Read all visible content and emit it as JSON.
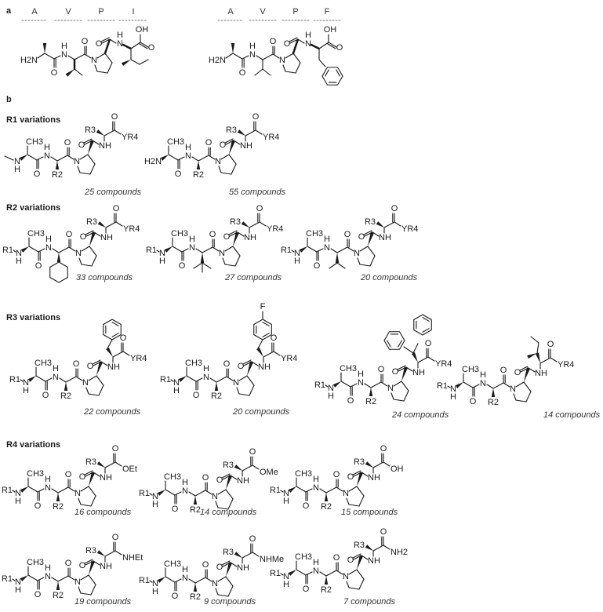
{
  "panel_a": {
    "label": "a",
    "left": {
      "residues": [
        "A",
        "V",
        "P",
        "I"
      ],
      "n_terminus": "H2N",
      "acid": "OH"
    },
    "right": {
      "residues": [
        "A",
        "V",
        "P",
        "F"
      ],
      "n_terminus": "H2N",
      "acid": "OH"
    }
  },
  "panel_b": {
    "label": "b",
    "sections": [
      {
        "title": "R1 variations",
        "molecules": [
          {
            "n_terminus": "",
            "terminal": "YR4",
            "count": "25 compounds"
          },
          {
            "n_terminus": "H2N",
            "terminal": "YR4",
            "count": "55 compounds"
          }
        ]
      },
      {
        "title": "R2 variations",
        "molecules": [
          {
            "n_terminus": "R1",
            "terminal": "YR4",
            "count": "33 compounds"
          },
          {
            "n_terminus": "R1",
            "terminal": "YR4",
            "count": "27 compounds"
          },
          {
            "n_terminus": "R1",
            "terminal": "YR4",
            "count": "20 compounds"
          }
        ]
      },
      {
        "title": "R3 variations",
        "molecules": [
          {
            "n_terminus": "R1",
            "terminal": "YR4",
            "count": "22 compounds"
          },
          {
            "n_terminus": "R1",
            "terminal": "YR4",
            "count": "20 compounds",
            "substituent": "F"
          },
          {
            "n_terminus": "R1",
            "terminal": "YR4",
            "count": "24 compounds"
          },
          {
            "n_terminus": "R1",
            "terminal": "YR4",
            "count": "14 compounds"
          }
        ]
      },
      {
        "title": "R4 variations",
        "molecules": [
          {
            "n_terminus": "R1",
            "terminal": "OEt",
            "count": "16 compounds"
          },
          {
            "n_terminus": "R1",
            "terminal": "OMe",
            "count": "14 compounds"
          },
          {
            "n_terminus": "R1",
            "terminal": "OH",
            "count": "15 compounds"
          },
          {
            "n_terminus": "R1",
            "terminal": "NHEt",
            "count": "19 compounds"
          },
          {
            "n_terminus": "R1",
            "terminal": "NHMe",
            "count": "9 compounds"
          },
          {
            "n_terminus": "R1",
            "terminal": "NH2",
            "count": "7 compounds"
          }
        ]
      }
    ]
  },
  "atoms": {
    "ch3": "CH3",
    "n": "N",
    "h": "H",
    "nh": "NH",
    "o": "O",
    "r2": "R2",
    "r3": "R3"
  }
}
